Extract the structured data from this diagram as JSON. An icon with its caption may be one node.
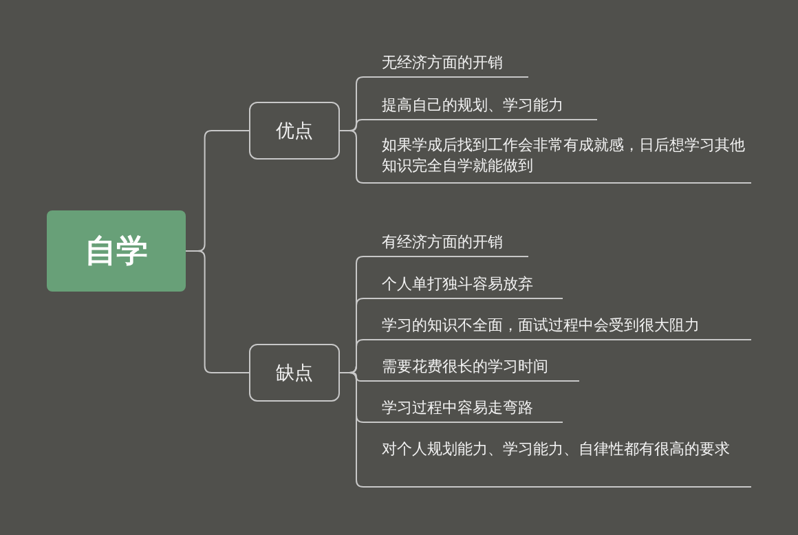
{
  "diagram": {
    "nodes": [
      {
        "text": [
          "自学"
        ]
      },
      {
        "text": [
          "优点"
        ]
      },
      {
        "text": [
          "缺点"
        ]
      },
      {
        "text": [
          "无经济方面的开销"
        ]
      },
      {
        "text": [
          "提高自己的规划、学习能力"
        ]
      },
      {
        "text": [
          "如果学成后找到工作会非常有成就感，日后想学习其他知识完全自学就能做到"
        ]
      },
      {
        "text": [
          "有经济方面的开销"
        ]
      },
      {
        "text": [
          "个人单打独斗容易放弃"
        ]
      },
      {
        "text": [
          "学习的知识不全面，面试过程中会受到很大阻力"
        ]
      },
      {
        "text": [
          "需要花费很长的学习时间"
        ]
      },
      {
        "text": [
          "学习过程中容易走弯路"
        ]
      },
      {
        "text": [
          "对个人规划能力、学习能力、自律性都有很高的要求"
        ]
      }
    ],
    "edges": [
      {
        "from": 0,
        "to": 1,
        "arrow": "none"
      },
      {
        "from": 0,
        "to": 2,
        "arrow": "none"
      },
      {
        "from": 1,
        "to": 3,
        "arrow": "none"
      },
      {
        "from": 1,
        "to": 4,
        "arrow": "none"
      },
      {
        "from": 1,
        "to": 5,
        "arrow": "none"
      },
      {
        "from": 2,
        "to": 6,
        "arrow": "none"
      },
      {
        "from": 2,
        "to": 7,
        "arrow": "none"
      },
      {
        "from": 2,
        "to": 8,
        "arrow": "none"
      },
      {
        "from": 2,
        "to": 9,
        "arrow": "none"
      },
      {
        "from": 2,
        "to": 10,
        "arrow": "none"
      },
      {
        "from": 2,
        "to": 11,
        "arrow": "none"
      }
    ]
  }
}
